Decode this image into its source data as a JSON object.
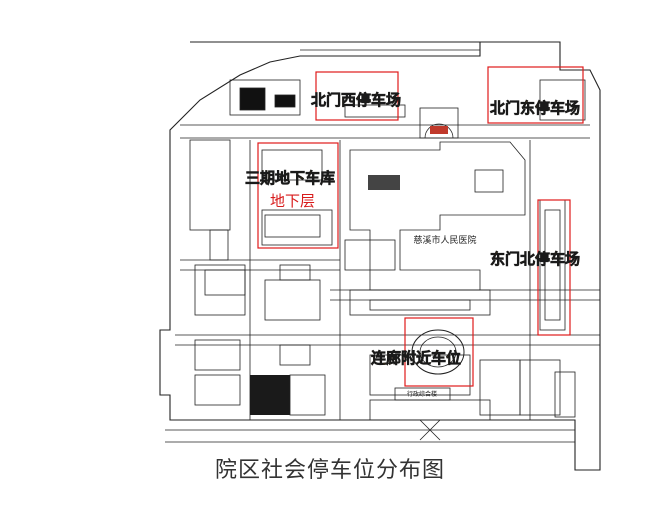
{
  "title": "院区社会停车位分布图",
  "colors": {
    "line": "#222222",
    "highlight": "#e01a1a",
    "label_fill": "#f5a400",
    "label_stroke": "#1a1a1a",
    "underground": "#d81b1b"
  },
  "parking_labels": [
    "北门西停车场",
    "北门东停车场",
    "三期地下车库",
    "东门北停车场",
    "连廊附近车位"
  ],
  "underground_label": "地下层",
  "hospital_label": "慈溪市人民医院",
  "building_labels": {
    "admin": "行政综合楼"
  }
}
